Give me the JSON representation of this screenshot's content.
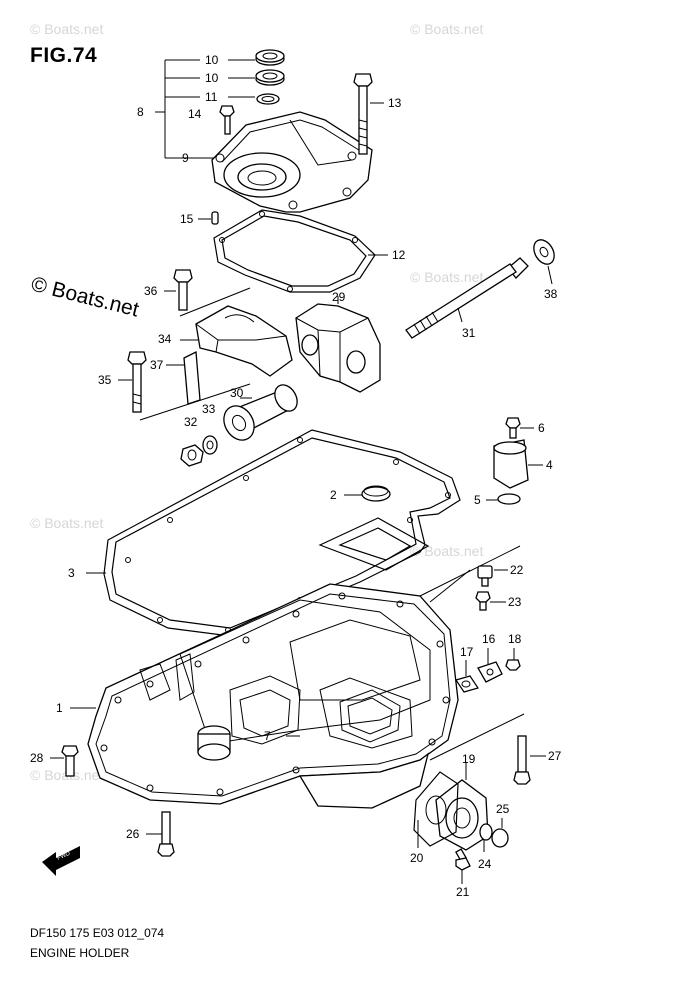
{
  "figure": {
    "title": "FIG.74",
    "model_code": "DF150 175 E03 012_074",
    "name": "ENGINE HOLDER"
  },
  "watermark": {
    "main": "© Boats.net",
    "faint": "© Boats.net"
  },
  "callouts": [
    {
      "id": "c1",
      "label": "1"
    },
    {
      "id": "c2",
      "label": "2"
    },
    {
      "id": "c3",
      "label": "3"
    },
    {
      "id": "c4",
      "label": "4"
    },
    {
      "id": "c5",
      "label": "5"
    },
    {
      "id": "c6",
      "label": "6"
    },
    {
      "id": "c7",
      "label": "7"
    },
    {
      "id": "c8",
      "label": "8"
    },
    {
      "id": "c9",
      "label": "9"
    },
    {
      "id": "c10a",
      "label": "10"
    },
    {
      "id": "c10b",
      "label": "10"
    },
    {
      "id": "c11",
      "label": "11"
    },
    {
      "id": "c12",
      "label": "12"
    },
    {
      "id": "c13",
      "label": "13"
    },
    {
      "id": "c14",
      "label": "14"
    },
    {
      "id": "c15",
      "label": "15"
    },
    {
      "id": "c16",
      "label": "16"
    },
    {
      "id": "c17",
      "label": "17"
    },
    {
      "id": "c18",
      "label": "18"
    },
    {
      "id": "c19",
      "label": "19"
    },
    {
      "id": "c20",
      "label": "20"
    },
    {
      "id": "c21",
      "label": "21"
    },
    {
      "id": "c22",
      "label": "22"
    },
    {
      "id": "c23",
      "label": "23"
    },
    {
      "id": "c24",
      "label": "24"
    },
    {
      "id": "c25",
      "label": "25"
    },
    {
      "id": "c26",
      "label": "26"
    },
    {
      "id": "c27",
      "label": "27"
    },
    {
      "id": "c28",
      "label": "28"
    },
    {
      "id": "c29",
      "label": "29"
    },
    {
      "id": "c30",
      "label": "30"
    },
    {
      "id": "c31",
      "label": "31"
    },
    {
      "id": "c32",
      "label": "32"
    },
    {
      "id": "c33",
      "label": "33"
    },
    {
      "id": "c34",
      "label": "34"
    },
    {
      "id": "c35",
      "label": "35"
    },
    {
      "id": "c36",
      "label": "36"
    },
    {
      "id": "c37",
      "label": "37"
    },
    {
      "id": "c38",
      "label": "38"
    }
  ],
  "fwd_label": "FWD"
}
